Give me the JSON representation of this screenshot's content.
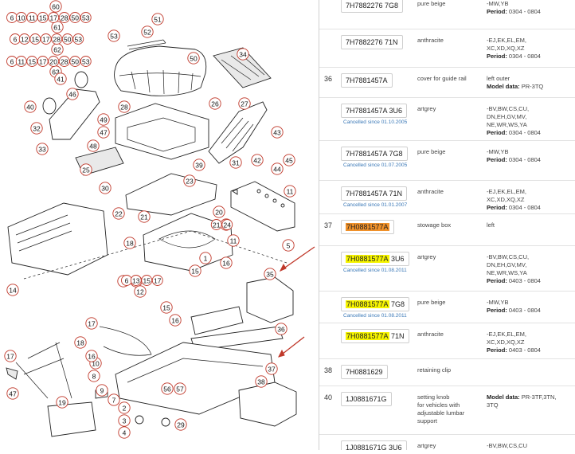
{
  "diagram": {
    "callouts": [
      "60",
      "61",
      "62",
      "63",
      "51",
      "52",
      "53",
      "50",
      "34",
      "41",
      "46",
      "28",
      "26",
      "27",
      "40",
      "32",
      "49",
      "47",
      "48",
      "33",
      "25",
      "39",
      "43",
      "42",
      "44",
      "45",
      "31",
      "30",
      "23",
      "11",
      "22",
      "21",
      "20",
      "24",
      "18",
      "1",
      "16",
      "15",
      "6",
      "13",
      "12",
      "14",
      "35",
      "36",
      "37",
      "38",
      "10",
      "8",
      "9",
      "7",
      "2",
      "3",
      "4",
      "29",
      "17",
      "19",
      "56",
      "57",
      "5"
    ],
    "seq_60": [
      "6",
      "10",
      "11",
      "15",
      "17",
      "28",
      "50",
      "53"
    ],
    "seq_61": [
      "6",
      "12",
      "15",
      "17",
      "28",
      "50",
      "53"
    ],
    "seq_62": [
      "6",
      "11",
      "15",
      "17",
      "20",
      "28",
      "50",
      "53"
    ],
    "seq_12": [
      "6",
      "13",
      "15",
      "17"
    ],
    "seq_20": [
      "21",
      "24"
    ]
  },
  "parts_table": {
    "rows": [
      {
        "pos": "",
        "part": "7H7882276 7G8",
        "cancel": "",
        "desc": "pure beige",
        "remark": "-MW,YB",
        "period_label": "Period:",
        "period": "0304 - 0804"
      },
      {
        "pos": "",
        "part": "7H7882276 71N",
        "cancel": "",
        "desc": "anthracite",
        "remark": "-EJ,EK,EL,EM,\nXC,XD,XQ,XZ",
        "period_label": "Period:",
        "period": "0304 - 0804"
      },
      {
        "pos": "36",
        "part": "7H7881457A",
        "cancel": "",
        "desc": "cover for guide rail",
        "remark": "left outer",
        "period_label": "Model data:",
        "period": "PR-3TQ"
      },
      {
        "pos": "",
        "part": "7H7881457A 3U6",
        "cancel": "Cancelled since 01.10.2005",
        "desc": "artgrey",
        "remark": "-BV,BW,CS,CU,\nDN,EH,GV,MV,\nNE,WR,WS,YA",
        "period_label": "Period:",
        "period": "0304 - 0804"
      },
      {
        "pos": "",
        "part": "7H7881457A 7G8",
        "cancel": "Cancelled since 01.07.2005",
        "desc": "pure beige",
        "remark": "-MW,YB",
        "period_label": "Period:",
        "period": "0304 - 0804"
      },
      {
        "pos": "",
        "part": "7H7881457A 71N",
        "cancel": "Cancelled since 01.01.2007",
        "desc": "anthracite",
        "remark": "-EJ,EK,EL,EM,\nXC,XD,XQ,XZ",
        "period_label": "Period:",
        "period": "0304 - 0804"
      },
      {
        "pos": "37",
        "part": "7H0881577A",
        "cancel": "",
        "desc": "stowage box",
        "remark": "left",
        "period_label": "",
        "period": ""
      },
      {
        "pos": "",
        "part": "7H0881577A 3U6",
        "cancel": "Cancelled since 01.08.2011",
        "desc": "artgrey",
        "remark": "-BV,BW,CS,CU,\nDN,EH,GV,MV,\nNE,WR,WS,YA",
        "period_label": "Period:",
        "period": "0403 - 0804"
      },
      {
        "pos": "",
        "part": "7H0881577A 7G8",
        "cancel": "Cancelled since 01.08.2011",
        "desc": "pure beige",
        "remark": "-MW,YB",
        "period_label": "Period:",
        "period": "0403 - 0804"
      },
      {
        "pos": "",
        "part": "7H0881577A 71N",
        "cancel": "",
        "desc": "anthracite",
        "remark": "-EJ,EK,EL,EM,\nXC,XD,XQ,XZ",
        "period_label": "Period:",
        "period": "0403 - 0804"
      },
      {
        "pos": "38",
        "part": "7H0881629",
        "cancel": "",
        "desc": "retaining clip",
        "remark": "",
        "period_label": "",
        "period": ""
      },
      {
        "pos": "40",
        "part": "1J0881671G",
        "cancel": "",
        "desc": "setting knob\nfor vehicles with\nadjustable lumbar\nsupport",
        "remark": "",
        "period_label": "Model data:",
        "period": "PR-3TF,3TN,\n3TQ"
      },
      {
        "pos": "",
        "part": "1J0881671G 3U6",
        "cancel": "",
        "desc": "artgrey",
        "remark": "-BV,BW,CS,CU",
        "period_label": "",
        "period": ""
      }
    ],
    "highlight_colors": {
      "yellow": "#f6f400",
      "orange": "#f0912a"
    }
  }
}
